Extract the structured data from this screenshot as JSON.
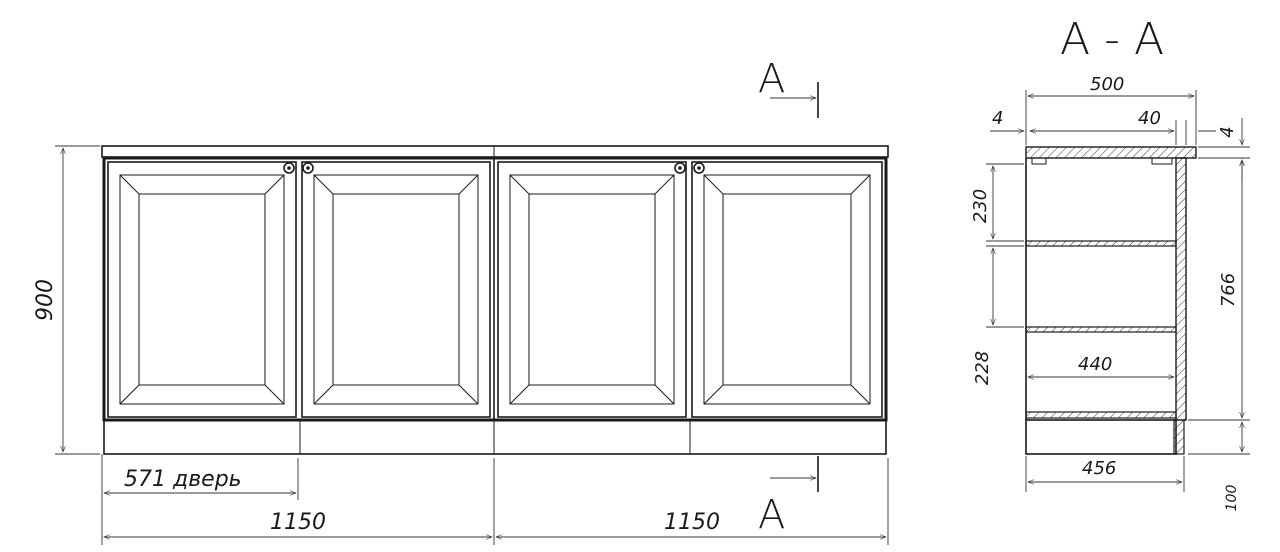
{
  "front_view": {
    "height_label": "900",
    "door_label": "571 дверь",
    "width_left_label": "1150",
    "width_right_label": "1150",
    "section_marker_top": "A",
    "section_marker_bottom": "A"
  },
  "section_view": {
    "title": "A - A",
    "dim_depth_total": "500",
    "dim_left_gap": "4",
    "dim_back_inset": "40",
    "dim_top_gap": "4",
    "dim_shelf_gap_top": "230",
    "dim_shelf_gap_lower": "228",
    "dim_inner_height": "766",
    "dim_shelf_depth": "440",
    "dim_base_depth": "456",
    "dim_plinth_height": "100"
  }
}
